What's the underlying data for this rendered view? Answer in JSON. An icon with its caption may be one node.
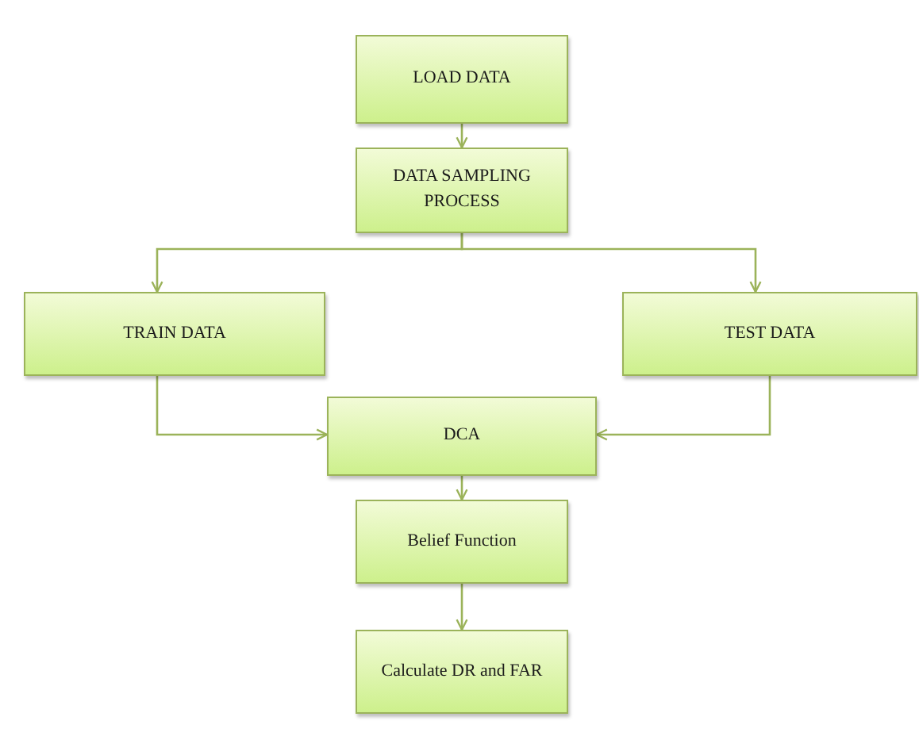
{
  "diagram": {
    "nodes": [
      {
        "text": [
          "LOAD DATA"
        ]
      },
      {
        "text": [
          "DATA SAMPLING PROCESS"
        ]
      },
      {
        "text": [
          "TRAIN DATA"
        ]
      },
      {
        "text": [
          "TEST DATA"
        ]
      },
      {
        "text": [
          "DCA"
        ]
      },
      {
        "text": [
          "Belief Function"
        ]
      },
      {
        "text": [
          "Calculate DR and FAR"
        ]
      }
    ],
    "edges": [
      {
        "from": 0,
        "to": 1,
        "arrow": "to"
      },
      {
        "from": 1,
        "to": 2,
        "arrow": "to"
      },
      {
        "from": 1,
        "to": 3,
        "arrow": "to"
      },
      {
        "from": 2,
        "to": 4,
        "arrow": "to"
      },
      {
        "from": 3,
        "to": 4,
        "arrow": "to"
      },
      {
        "from": 4,
        "to": 5,
        "arrow": "to"
      },
      {
        "from": 5,
        "to": 6,
        "arrow": "to"
      }
    ]
  }
}
